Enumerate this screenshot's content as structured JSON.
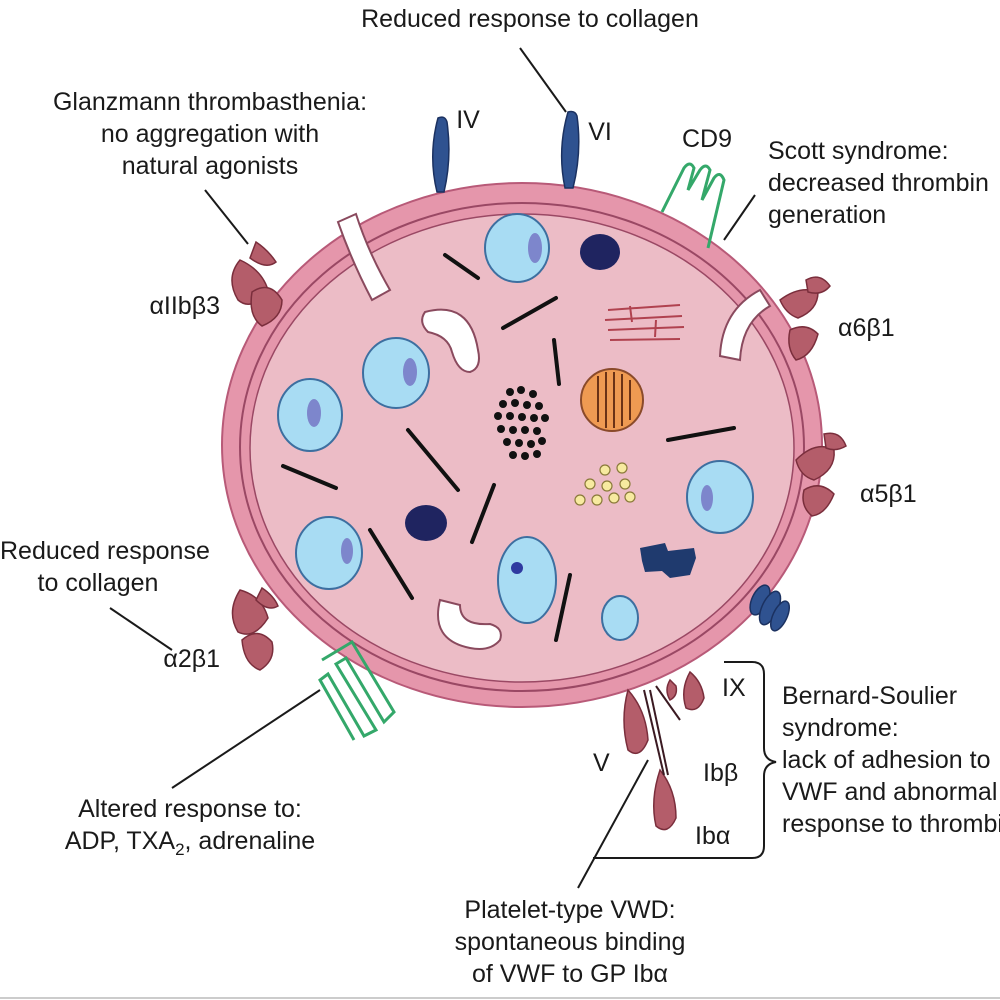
{
  "colors": {
    "cell_fill": "#ecbcc6",
    "membrane": "#e596ab",
    "membrane_stroke": "#b85a78",
    "receptor": "#b45d6a",
    "granule": "#a8dcf3",
    "granule_core": "#7d86cc",
    "dark_granule": "#1f2460",
    "glycoprotein_blue": "#2f5290",
    "cd9_green": "#34a86a",
    "mitochondrion": "#ef9a52",
    "microfilament": "#b0424f",
    "dense_dots": "#111111",
    "yellow_granules": "#f7eaa0"
  },
  "labels": {
    "reduced_collagen_top": "Reduced response to collagen",
    "glanzmann": [
      "Glanzmann thrombasthenia:",
      "no aggregation with",
      "natural agonists"
    ],
    "scott": [
      "Scott syndrome:",
      "decreased thrombin",
      "generation"
    ],
    "iv": "IV",
    "vi": "VI",
    "cd9": "CD9",
    "aiib3": "αIIbβ3",
    "a6b1": "α6β1",
    "a5b1": "α5β1",
    "reduced_collagen_left": [
      "Reduced response",
      "to collagen"
    ],
    "a2b1": "α2β1",
    "altered_response": [
      "Altered response to:",
      "ADP, TXA",
      "2",
      ", adrenaline"
    ],
    "ix": "IX",
    "v": "V",
    "ibb": "Ibβ",
    "iba": "Ibα",
    "bernard_soulier": [
      "Bernard-Soulier",
      "syndrome:",
      "lack of adhesion to",
      "VWF and abnormal",
      "response to thrombin"
    ],
    "platelet_vwd": [
      "Platelet-type VWD:",
      "spontaneous binding",
      "of VWF to GP Ibα"
    ]
  }
}
